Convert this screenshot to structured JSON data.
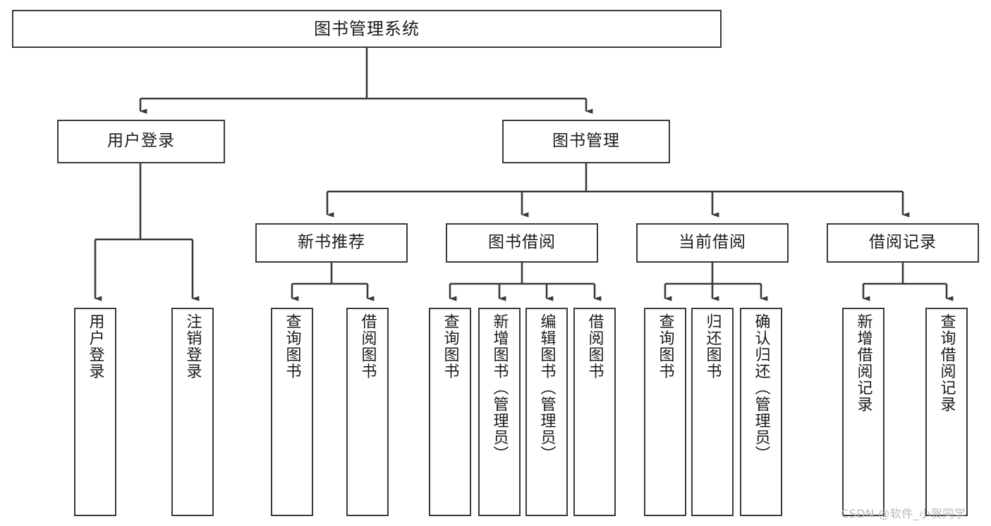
{
  "diagram": {
    "type": "hierarchy-tree",
    "title": "图书管理系统",
    "root": {
      "label": "图书管理系统"
    },
    "level2": [
      {
        "id": "user-login",
        "label": "用户登录"
      },
      {
        "id": "book-management",
        "label": "图书管理"
      }
    ],
    "level3": [
      {
        "id": "new-book-recommend",
        "label": "新书推荐"
      },
      {
        "id": "book-borrow",
        "label": "图书借阅"
      },
      {
        "id": "current-borrow",
        "label": "当前借阅"
      },
      {
        "id": "borrow-records",
        "label": "借阅记录"
      }
    ],
    "leaves": [
      {
        "id": "leaf-user-login",
        "label": "用户登录",
        "parent": "user-login"
      },
      {
        "id": "leaf-logout",
        "label": "注销登录",
        "parent": "user-login"
      },
      {
        "id": "leaf-query-books-1",
        "label": "查询图书",
        "parent": "new-book-recommend"
      },
      {
        "id": "leaf-borrow-books-1",
        "label": "借阅图书",
        "parent": "new-book-recommend"
      },
      {
        "id": "leaf-query-books-2",
        "label": "查询图书",
        "parent": "book-borrow"
      },
      {
        "id": "leaf-add-book",
        "label": "新增图书（管理员）",
        "parent": "book-borrow"
      },
      {
        "id": "leaf-edit-book",
        "label": "编辑图书（管理员）",
        "parent": "book-borrow"
      },
      {
        "id": "leaf-borrow-books-2",
        "label": "借阅图书",
        "parent": "book-borrow"
      },
      {
        "id": "leaf-query-books-3",
        "label": "查询图书",
        "parent": "current-borrow"
      },
      {
        "id": "leaf-return-book",
        "label": "归还图书",
        "parent": "current-borrow"
      },
      {
        "id": "leaf-confirm-return",
        "label": "确认归还（管理员）",
        "parent": "current-borrow"
      },
      {
        "id": "leaf-add-record",
        "label": "新增借阅记录",
        "parent": "borrow-records"
      },
      {
        "id": "leaf-query-record",
        "label": "查询借阅记录",
        "parent": "borrow-records"
      }
    ],
    "colors": {
      "stroke": "#3a3a3a",
      "text": "#1b1b1b",
      "background": "#ffffff",
      "watermark": "#b9b9b9"
    }
  },
  "watermark": {
    "text": "CSDN @软件_小贺同学"
  }
}
